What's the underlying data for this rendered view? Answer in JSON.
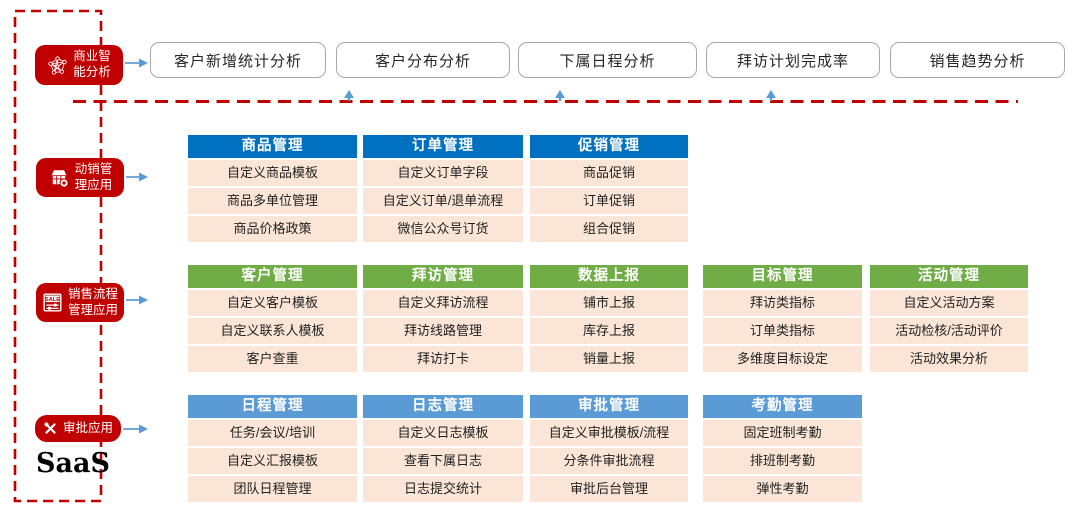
{
  "frame_label": "SaaS",
  "colors": {
    "accent_red": "#C00000",
    "header_blue": "#0070C0",
    "header_green": "#70AD47",
    "header_light_blue": "#5B9BD5",
    "cell_peach": "#FBE5D6",
    "arrow_blue": "#5B9BD5"
  },
  "left_labels": [
    {
      "icon": "network-graph-icon",
      "lines": [
        "商业智",
        "能分析"
      ]
    },
    {
      "icon": "store-icon",
      "lines": [
        "动销管",
        "理应用"
      ]
    },
    {
      "icon": "sale-sliders-icon",
      "lines": [
        "销售流程",
        "管理应用"
      ]
    },
    {
      "icon": "crossed-tools-icon",
      "lines": [
        "审批应用",
        ""
      ]
    }
  ],
  "analysis_boxes": [
    "客户新增统计分析",
    "客户分布分析",
    "下属日程分析",
    "拜访计划完成率",
    "销售趋势分析"
  ],
  "sections": [
    {
      "theme": "blue",
      "columns": [
        {
          "header": "商品管理",
          "items": [
            "自定义商品模板",
            "商品多单位管理",
            "商品价格政策"
          ]
        },
        {
          "header": "订单管理",
          "items": [
            "自定义订单字段",
            "自定义订单/退单流程",
            "微信公众号订货"
          ]
        },
        {
          "header": "促销管理",
          "items": [
            "商品促销",
            "订单促销",
            "组合促销"
          ]
        }
      ]
    },
    {
      "theme": "green",
      "columns": [
        {
          "header": "客户管理",
          "items": [
            "自定义客户模板",
            "自定义联系人模板",
            "客户查重"
          ]
        },
        {
          "header": "拜访管理",
          "items": [
            "自定义拜访流程",
            "拜访线路管理",
            "拜访打卡"
          ]
        },
        {
          "header": "数据上报",
          "items": [
            "铺市上报",
            "库存上报",
            "销量上报"
          ]
        },
        {
          "header": "目标管理",
          "items": [
            "拜访类指标",
            "订单类指标",
            "多维度目标设定"
          ]
        },
        {
          "header": "活动管理",
          "items": [
            "自定义活动方案",
            "活动检核/活动评价",
            "活动效果分析"
          ]
        }
      ]
    },
    {
      "theme": "lightblue",
      "columns": [
        {
          "header": "日程管理",
          "items": [
            "任务/会议/培训",
            "自定义汇报模板",
            "团队日程管理"
          ]
        },
        {
          "header": "日志管理",
          "items": [
            "自定义日志模板",
            "查看下属日志",
            "日志提交统计"
          ]
        },
        {
          "header": "审批管理",
          "items": [
            "自定义审批模板/流程",
            "分条件审批流程",
            "审批后台管理"
          ]
        },
        {
          "header": "考勤管理",
          "items": [
            "固定班制考勤",
            "排班制考勤",
            "弹性考勤"
          ]
        }
      ]
    }
  ]
}
